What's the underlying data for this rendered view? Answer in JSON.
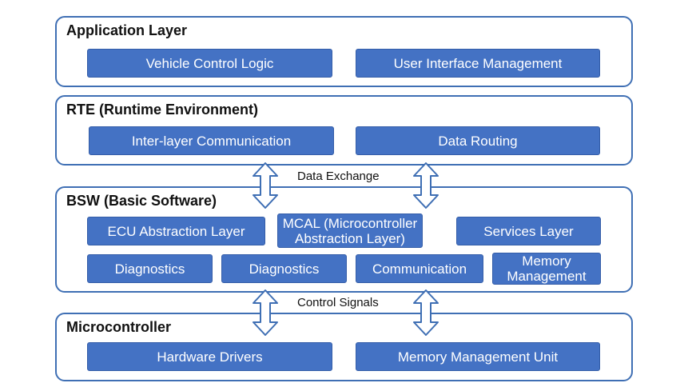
{
  "colors": {
    "layer_border": "#3f6fb4",
    "box_fill": "#4472c4",
    "arrow_fill": "#ffffff",
    "arrow_stroke": "#3f6fb4"
  },
  "application_layer": {
    "title": "Application Layer",
    "boxes": [
      "Vehicle Control Logic",
      "User Interface Management"
    ]
  },
  "rte_layer": {
    "title": "RTE (Runtime Environment)",
    "boxes": [
      "Inter-layer Communication",
      "Data Routing"
    ]
  },
  "connector_rte_bsw": {
    "label": "Data Exchange",
    "icon": "double-arrow-icon"
  },
  "bsw_layer": {
    "title": "BSW (Basic Software)",
    "row1": [
      "ECU Abstraction Layer",
      "MCAL (Microcontroller Abstraction Layer)",
      "Services Layer"
    ],
    "row2": [
      "Diagnostics",
      "Diagnostics",
      "Communication",
      "Memory Management"
    ]
  },
  "connector_bsw_mcu": {
    "label": "Control Signals",
    "icon": "double-arrow-icon"
  },
  "microcontroller_layer": {
    "title": "Microcontroller",
    "boxes": [
      "Hardware Drivers",
      "Memory Management Unit"
    ]
  }
}
